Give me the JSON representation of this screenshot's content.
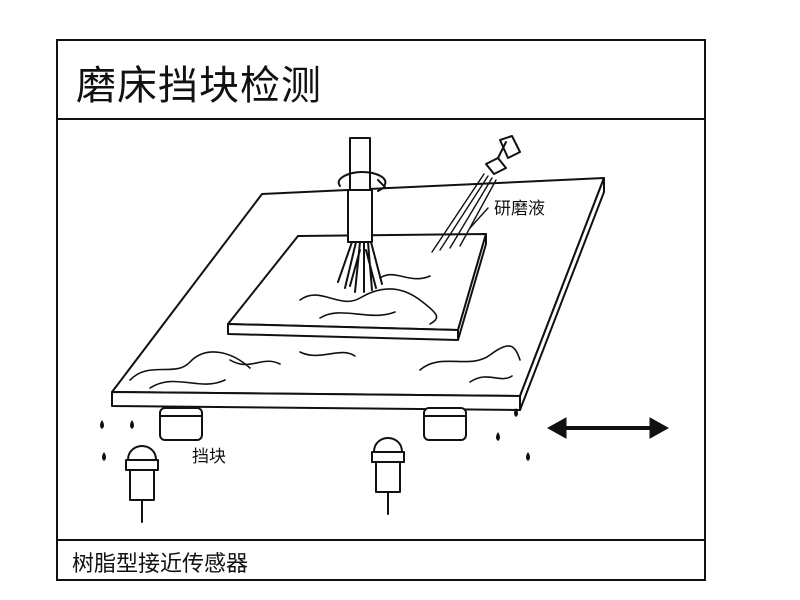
{
  "title": "磨床挡块检测",
  "caption": "树脂型接近传感器",
  "labels": {
    "grinding_fluid": "研磨液",
    "stopper": "挡块"
  },
  "colors": {
    "line": "#111111",
    "background": "#ffffff"
  },
  "icons": {
    "motion_arrow": "double-headed-arrow",
    "rotation": "rotation-arrow"
  }
}
